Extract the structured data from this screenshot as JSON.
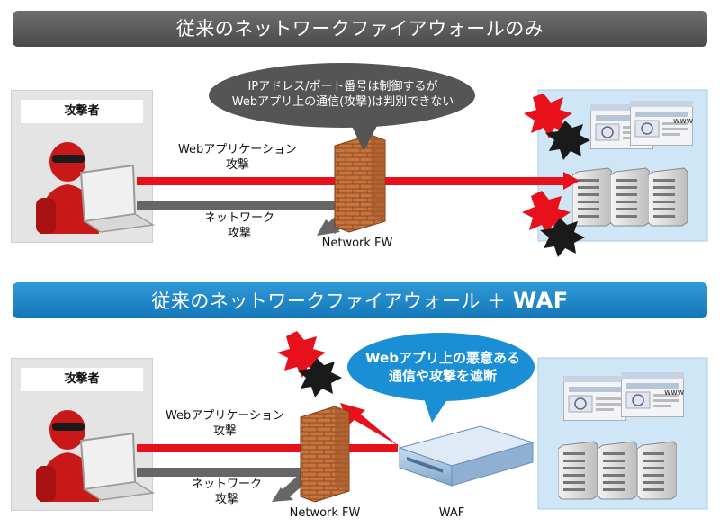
{
  "banners": {
    "top": "従来のネットワークファイアウォールのみ",
    "bottom_prefix": "従来のネットワークファイアウォール ＋",
    "bottom_waf": "WAF"
  },
  "top": {
    "attacker_label": "攻撃者",
    "bubble_line1": "IPアドレス/ポート番号は制御するが",
    "bubble_line2": "Webアプリ上の通信(攻撃)は判別できない",
    "web_attack_line1": "Webアプリケーション",
    "web_attack_line2": "攻撃",
    "net_attack_line1": "ネットワーク",
    "net_attack_line2": "攻撃",
    "fw_label": "Network FW"
  },
  "bottom": {
    "attacker_label": "攻撃者",
    "bubble_line1": "Webアプリ上の悪意ある",
    "bubble_line2": "通信や攻撃を遮断",
    "web_attack_line1": "Webアプリケーション",
    "web_attack_line2": "攻撃",
    "net_attack_line1": "ネットワーク",
    "net_attack_line2": "攻撃",
    "fw_label": "Network FW",
    "waf_label": "WAF"
  },
  "screen_text": "www",
  "colors": {
    "attack": "#e8101a",
    "network_attack": "#666666",
    "brick": "#c9753d",
    "server_area": "#cfe6f6",
    "banner_top": "#555555",
    "banner_bottom": "#1a86c8",
    "waf_bubble": "#1a8fd6"
  }
}
